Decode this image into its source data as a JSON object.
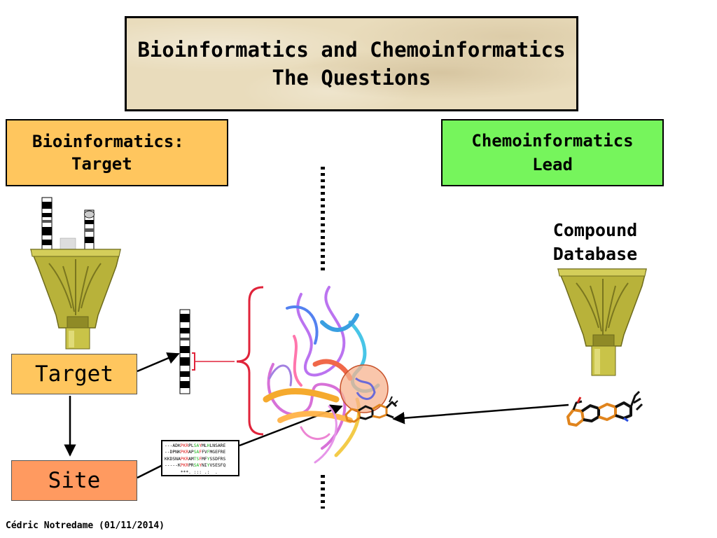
{
  "title": {
    "line1": "Bioinformatics and Chemoinformatics",
    "line2": "The Questions"
  },
  "bioinformatics": {
    "line1": "Bioinformatics:",
    "line2": "Target"
  },
  "chemoinformatics": {
    "line1": "Chemoinformatics",
    "line2": "Lead"
  },
  "nodes": {
    "target": "Target",
    "site": "Site"
  },
  "compound_database": {
    "line1": "Compound",
    "line2": "Database"
  },
  "alignment": {
    "rows": [
      [
        [
          "---ADK",
          ""
        ],
        [
          "PKR",
          "r"
        ],
        [
          "PL",
          ""
        ],
        [
          "SA",
          "g"
        ],
        [
          "Y",
          "r"
        ],
        [
          "ML",
          ""
        ],
        [
          "H",
          "g"
        ],
        [
          "LNSARE",
          ""
        ]
      ],
      [
        [
          "--DPNK",
          ""
        ],
        [
          "PKR",
          "r"
        ],
        [
          "AP",
          ""
        ],
        [
          "SA",
          "g"
        ],
        [
          "F",
          "r"
        ],
        [
          "FV",
          ""
        ],
        [
          "F",
          "g"
        ],
        [
          "MGEFRE",
          ""
        ]
      ],
      [
        [
          "KKDSNA",
          ""
        ],
        [
          "PKR",
          "r"
        ],
        [
          "AM",
          ""
        ],
        [
          "TS",
          "g"
        ],
        [
          "F",
          "r"
        ],
        [
          "MF",
          ""
        ],
        [
          "Y",
          "g"
        ],
        [
          "SSDFRS",
          ""
        ]
      ],
      [
        [
          "-----K",
          ""
        ],
        [
          "PKR",
          "r"
        ],
        [
          "PR",
          ""
        ],
        [
          "SA",
          "g"
        ],
        [
          "Y",
          "r"
        ],
        [
          "NI",
          ""
        ],
        [
          "Y",
          "g"
        ],
        [
          "VSESFQ",
          ""
        ]
      ],
      [
        [
          "      ",
          ""
        ],
        [
          "***. ::: .:  .",
          ""
        ]
      ]
    ]
  },
  "footer": "Cédric Notredame (01/11/2014)",
  "icons": [
    "funnel-icon",
    "chromosome-icon",
    "protein-structure-icon",
    "molecule-icon"
  ],
  "colors": {
    "bio_accent": "#ffc65e",
    "chem_accent": "#76f55c",
    "site_accent": "#ff9a60",
    "funnel": "#b8b23a",
    "brace": "#e0233a"
  }
}
